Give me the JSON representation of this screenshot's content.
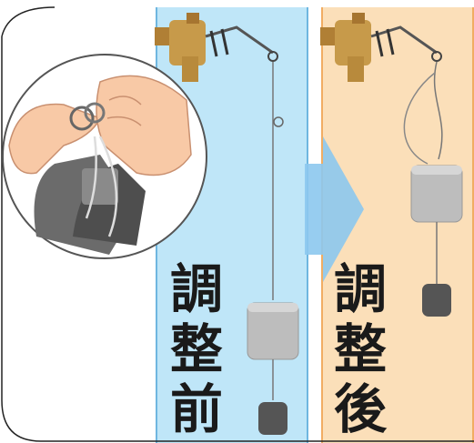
{
  "caption_top": "",
  "label_before": [
    "調",
    "整",
    "前"
  ],
  "label_after": [
    "調",
    "整",
    "後"
  ],
  "colors": {
    "before_panel": "#bfe6f8",
    "after_panel": "#fbdfb9",
    "arrow": "#8cc8ee",
    "valve_brass": "#c79a4a",
    "float_grey": "#bdbdbd",
    "weight_dark": "#555555"
  }
}
